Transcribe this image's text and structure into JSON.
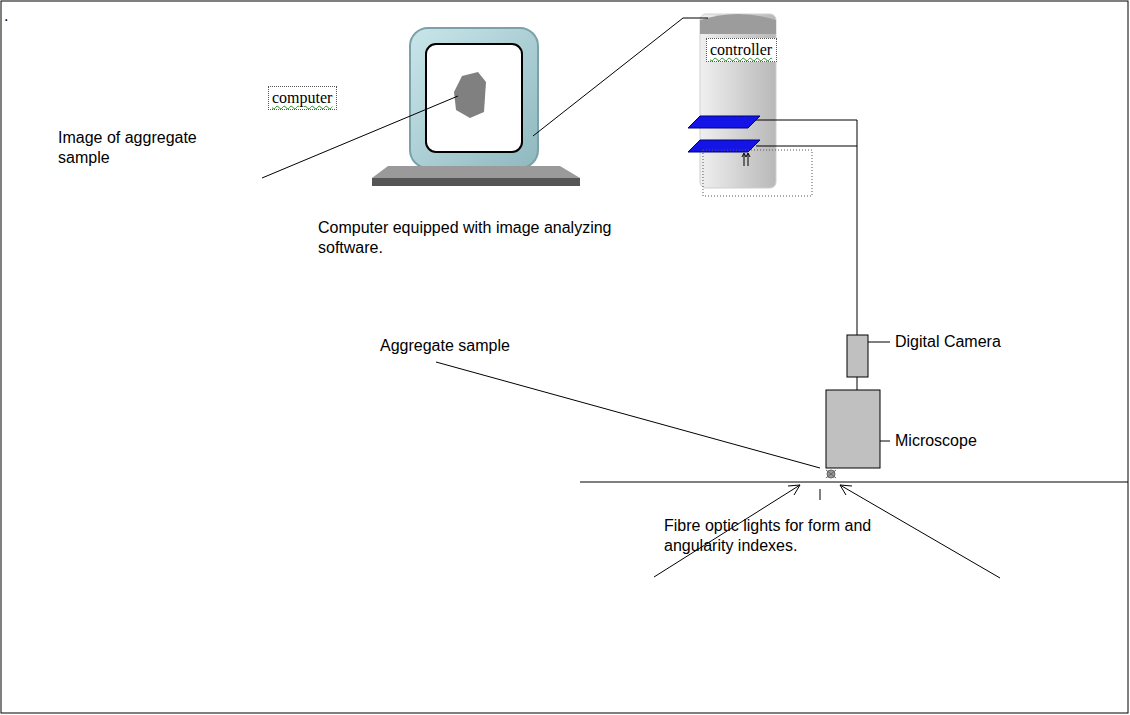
{
  "diagram": {
    "nodes": [
      {
        "text": [
          "computer"
        ]
      },
      {
        "text": [
          "controller"
        ]
      }
    ],
    "labels": [
      ".",
      "Image of aggregate sample",
      "Computer equipped with image analyzing software.",
      "Aggregate sample",
      "Digital Camera",
      "Microscope",
      "Fibre optic lights for form and angularity indexes."
    ]
  }
}
